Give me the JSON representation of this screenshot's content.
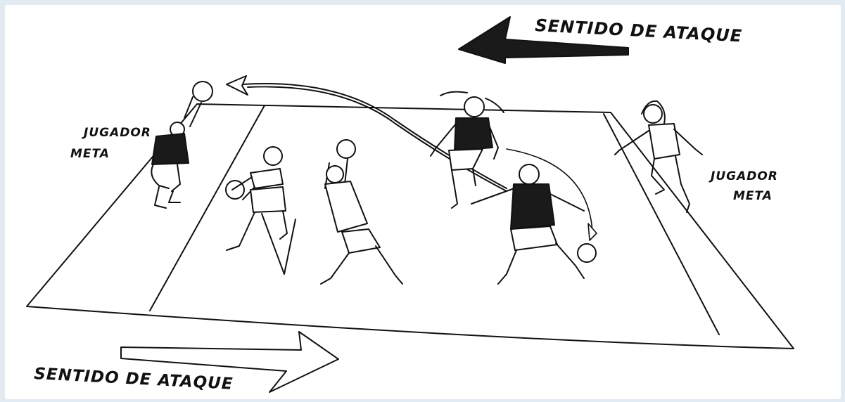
{
  "labels": {
    "attack_direction_top": "SENTIDO DE ATAQUE",
    "attack_direction_bottom": "SENTIDO DE ATAQUE",
    "goal_player_left_line1": "JUGADOR",
    "goal_player_left_line2": "META",
    "goal_player_right_line1": "JUGADOR",
    "goal_player_right_line2": "META"
  },
  "colors": {
    "background": "#e3ebf2",
    "ink": "#111111",
    "paper": "#ffffff"
  }
}
